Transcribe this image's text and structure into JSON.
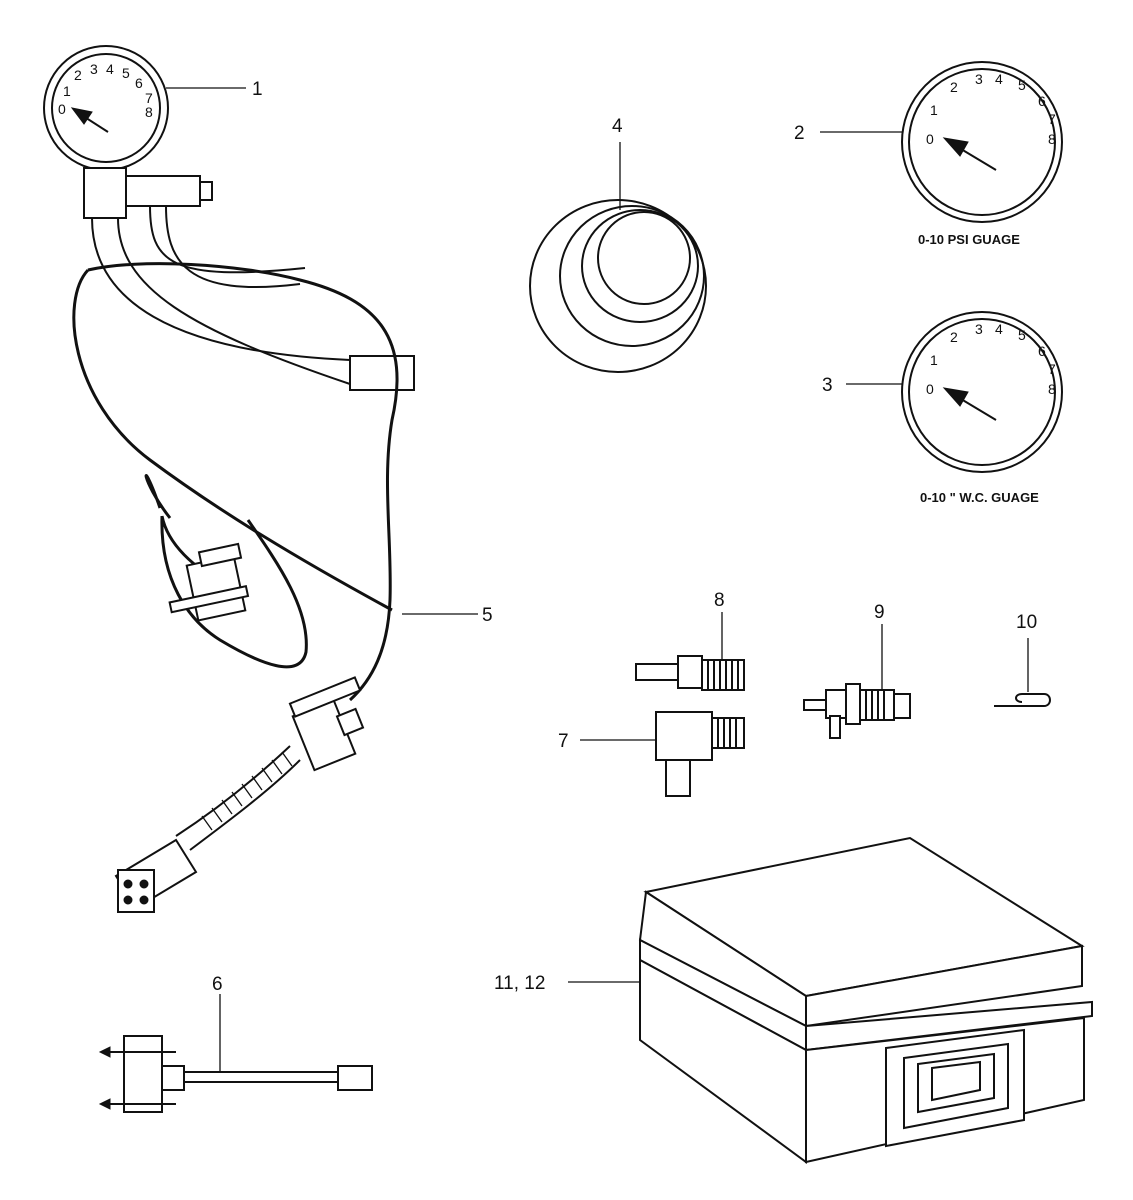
{
  "callouts": {
    "c1": "1",
    "c2": "2",
    "c3": "3",
    "c4": "4",
    "c5": "5",
    "c6": "6",
    "c7": "7",
    "c8": "8",
    "c9": "9",
    "c10": "10",
    "c11": "11, 12"
  },
  "gauge_scale": [
    "0",
    "1",
    "2",
    "3",
    "4",
    "5",
    "6",
    "7",
    "8"
  ],
  "captions": {
    "psi_gauge": "0-10 PSI GUAGE",
    "wc_gauge": "0-10 \" W.C. GUAGE"
  },
  "colors": {
    "ink": "#111111",
    "paper": "#ffffff"
  }
}
